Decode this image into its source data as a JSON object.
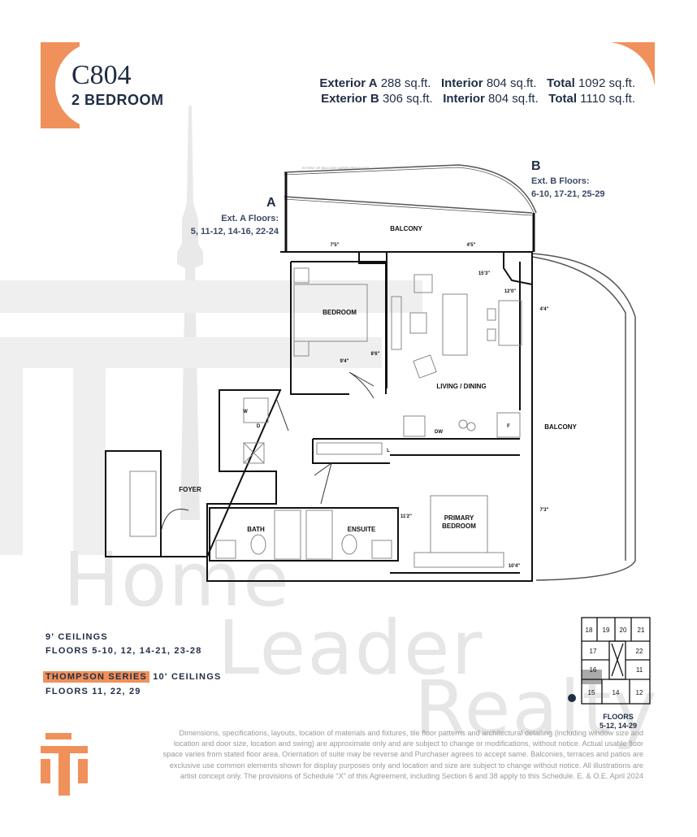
{
  "header": {
    "unit": "C804",
    "type": "2 BEDROOM",
    "areas": [
      {
        "ext_label": "Exterior A",
        "ext": "288 sq.ft.",
        "int_label": "Interior",
        "int": "804 sq.ft.",
        "total_label": "Total",
        "total": "1092 sq.ft."
      },
      {
        "ext_label": "Exterior B",
        "ext": "306 sq.ft.",
        "int_label": "Interior",
        "int": "804 sq.ft.",
        "total_label": "Total",
        "total": "1110 sq.ft."
      }
    ]
  },
  "exterior": {
    "a": {
      "letter": "A",
      "label": "Ext. A Floors:",
      "floors": "5, 11-12, 14-16, 22-24"
    },
    "b": {
      "letter": "B",
      "label": "Ext. B Floors:",
      "floors": "6-10, 17-21, 25-29"
    }
  },
  "plan": {
    "rooms": {
      "balcony_top": "BALCONY",
      "balcony_right": "BALCONY",
      "bedroom": "BEDROOM",
      "living": "LIVING / DINING",
      "foyer": "FOYER",
      "bath": "BATH",
      "ensuite": "ENSUITE",
      "primary_1": "PRIMARY",
      "primary_2": "BEDROOM"
    },
    "note": "EXTENT OF BALCONY VARIES PER FLOOR",
    "fixtures": {
      "washer": "W",
      "dryer": "D",
      "dishwasher": "DW",
      "fridge": "F",
      "linen": "L"
    },
    "dims": {
      "d1": "7'5\"",
      "d2": "4'5\"",
      "d3": "15'3\"",
      "d4": "12'0\"",
      "d5": "4'4\"",
      "d6": "8'6\"",
      "d7": "9'4\"",
      "d8": "11'2\"",
      "d9": "7'3\"",
      "d10": "10'4\""
    }
  },
  "ceilings": {
    "standard_title": "9' CEILINGS",
    "standard_floors": "FLOORS 5-10, 12, 14-21, 23-28",
    "series_badge": "THOMPSON SERIES",
    "series_title": "10' CEILINGS",
    "series_floors": "FLOORS 11, 22, 29"
  },
  "keyplan": {
    "units": [
      "18",
      "19",
      "20",
      "21",
      "17",
      "22",
      "16",
      "11",
      "15",
      "14",
      "12"
    ],
    "highlighted": "15",
    "floors_label": "FLOORS",
    "floors": "5-12, 14-29"
  },
  "disclaimer": "Dimensions, specifications, layouts, location of materials and fixtures, tile floor patterns and architectural detailing (including window size and location and door size, location and swing) are approximate only and are subject to change or modifications, without notice. Actual usable floor space varies from stated floor area. Orientation of suite may be reverse and Purchaser agrees to accept same. Balconies, terraces and patios are exclusive use common elements shown for display purposes only and location and size are subject to change without notice. All illustrations are artist concept only. The provisions of Schedule “X” of this Agreement, including Section 6 and 38 apply to this Schedule. E. & O.E. April 2024",
  "watermark": {
    "line1": "Home",
    "line2": "Leader",
    "line3": "Realty"
  },
  "colors": {
    "accent": "#f0905a",
    "navy": "#1f2d45",
    "watermark": "#e6e6e6"
  }
}
